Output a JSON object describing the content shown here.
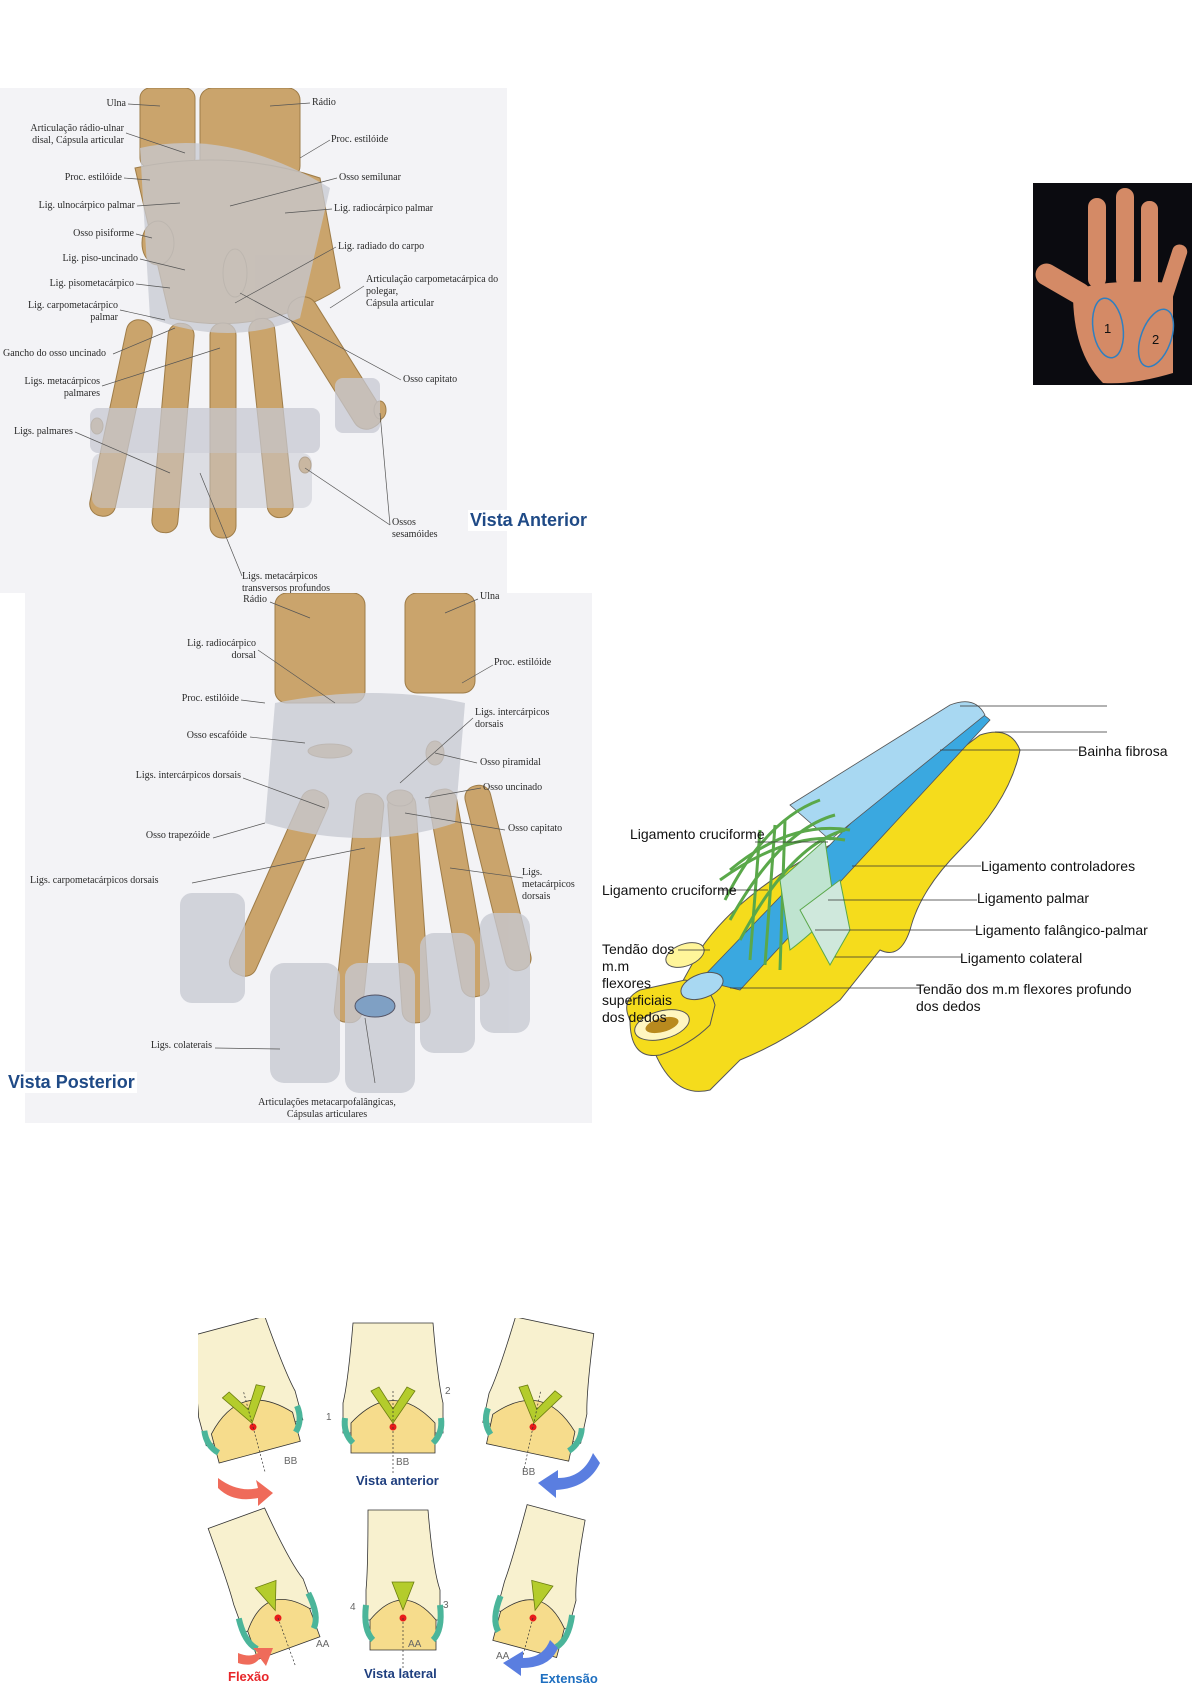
{
  "anterior": {
    "title": "Vista Anterior",
    "labels": {
      "ulna": "Ulna",
      "radio": "Rádio",
      "art_radio_ulnar_1": "Articulação rádio-ulnar",
      "art_radio_ulnar_2": "disal, Cápsula articular",
      "proc_estiloide_r": "Proc. estilóide",
      "proc_estiloide_l": "Proc. estilóide",
      "osso_semilunar": "Osso semilunar",
      "lig_ulnocarpico": "Lig. ulnocárpico palmar",
      "lig_radiocarpico": "Lig. radiocárpico palmar",
      "osso_pisiforme": "Osso pisiforme",
      "lig_piso_uncinado": "Lig. piso-uncinado",
      "lig_radiado": "Lig. radiado do carpo",
      "lig_pisometacarpico": "Lig. pisometacárpico",
      "art_carpometa_1": "Articulação carpometacárpica do",
      "art_carpometa_2": "polegar,",
      "art_carpometa_3": "Cápsula articular",
      "lig_carpometa_1": "Lig. carpometacárpico",
      "lig_carpometa_2": "palmar",
      "gancho": "Gancho do osso uncinado",
      "ligs_metacarpicos_1": "Ligs. metacárpicos",
      "ligs_metacarpicos_2": "palmares",
      "osso_capitato": "Osso capitato",
      "ligs_palmares": "Ligs. palmares",
      "ossos_sesamoides_1": "Ossos",
      "ossos_sesamoides_2": "sesamóides",
      "ligs_transversos_1": "Ligs. metacárpicos",
      "ligs_transversos_2": "transversos profundos"
    }
  },
  "posterior": {
    "title": "Vista Posterior",
    "labels": {
      "radio": "Rádio",
      "ulna": "Ulna",
      "lig_radiocarpico_1": "Lig. radiocárpico",
      "lig_radiocarpico_2": "dorsal",
      "proc_estiloide_r": "Proc. estilóide",
      "proc_estiloide_l": "Proc. estilóide",
      "ligs_intercarpicos_r1": "Ligs. intercárpicos",
      "ligs_intercarpicos_r2": "dorsais",
      "osso_escafoide": "Osso escafóide",
      "osso_piramidal": "Osso piramidal",
      "ligs_intercarpicos_l": "Ligs. intercárpicos dorsais",
      "osso_uncinado": "Osso uncinado",
      "osso_capitato": "Osso capitato",
      "osso_trapezoide": "Osso trapezóide",
      "ligs_metacarpicos_1": "Ligs.",
      "ligs_metacarpicos_2": "metacárpicos",
      "ligs_metacarpicos_3": "dorsais",
      "ligs_carpometacarpicos": "Ligs. carpometacárpicos dorsais",
      "ligs_colaterais": "Ligs. colaterais",
      "articulacoes_1": "Articulações metacarpofalângicas,",
      "articulacoes_2": "Cápsulas articulares"
    }
  },
  "palm_photo": {
    "regions": [
      "1",
      "2"
    ],
    "outline_color": "#2f7fc0"
  },
  "finger": {
    "labels": {
      "bainha_fibrosa": "Bainha fibrosa",
      "cruciforme_top": "Ligamento cruciforme",
      "controladores": "Ligamento controladores",
      "cruciforme": "Ligamento cruciforme",
      "palmar": "Ligamento palmar",
      "falangico_palmar": "Ligamento falângico-palmar",
      "colateral": "Ligamento colateral",
      "superficiais": [
        "Tendão dos",
        "m.m",
        "flexores",
        "superficiais",
        "dos dedos"
      ],
      "profundo": [
        "Tendão dos m.m flexores profundo",
        "dos dedos"
      ]
    },
    "colors": {
      "sheath": "#f5dc1c",
      "tendon": "#3aa8e0",
      "ligament": "#5aa84a"
    }
  },
  "joint": {
    "vista_anterior": "Vista anterior",
    "vista_lateral": "Vista lateral",
    "flexao": "Flexão",
    "extensao": "Extensão",
    "bb": "BB",
    "aa": "AA",
    "n1": "1",
    "n2": "2",
    "n3": "3",
    "n4": "4",
    "colors": {
      "flexao": "#e8262a",
      "extensao": "#1e6fc0",
      "title": "#1f3f7f"
    }
  }
}
